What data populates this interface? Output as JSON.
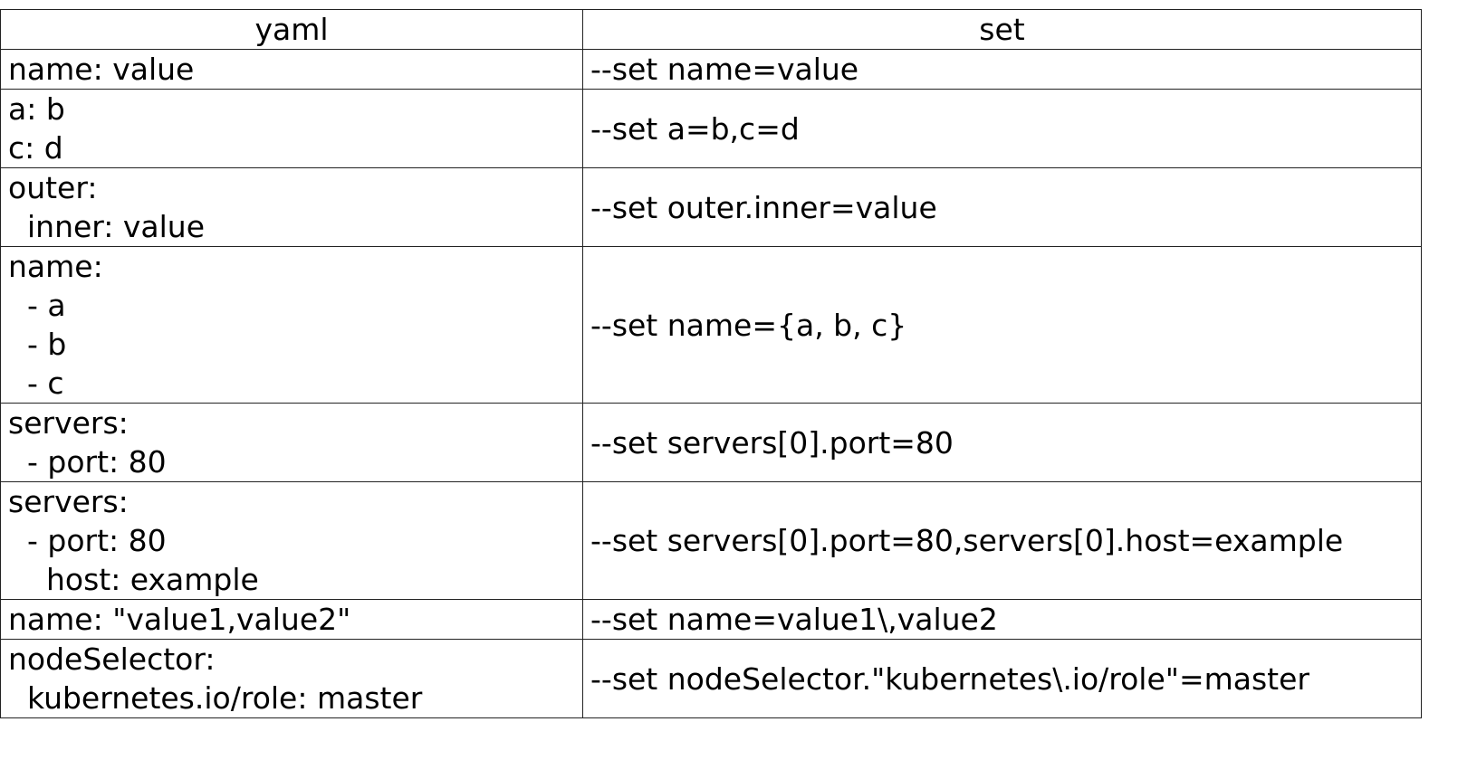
{
  "table": {
    "headers": {
      "yaml": "yaml",
      "set": "set"
    },
    "rows": [
      {
        "yaml": "name: value",
        "set": "--set name=value"
      },
      {
        "yaml": "a: b\nc: d",
        "set": "--set a=b,c=d"
      },
      {
        "yaml": "outer:\n  inner: value",
        "set": "--set outer.inner=value"
      },
      {
        "yaml": "name:\n  - a\n  - b\n  - c",
        "set": "--set name={a, b, c}"
      },
      {
        "yaml": "servers:\n  - port: 80",
        "set": "--set servers[0].port=80"
      },
      {
        "yaml": "servers:\n  - port: 80\n    host: example",
        "set": "--set servers[0].port=80,servers[0].host=example"
      },
      {
        "yaml": "name: \"value1,value2\"",
        "set": "--set name=value1\\,value2"
      },
      {
        "yaml": "nodeSelector:\n  kubernetes.io/role: master",
        "set": "--set nodeSelector.\"kubernetes\\.io/role\"=master"
      }
    ]
  }
}
